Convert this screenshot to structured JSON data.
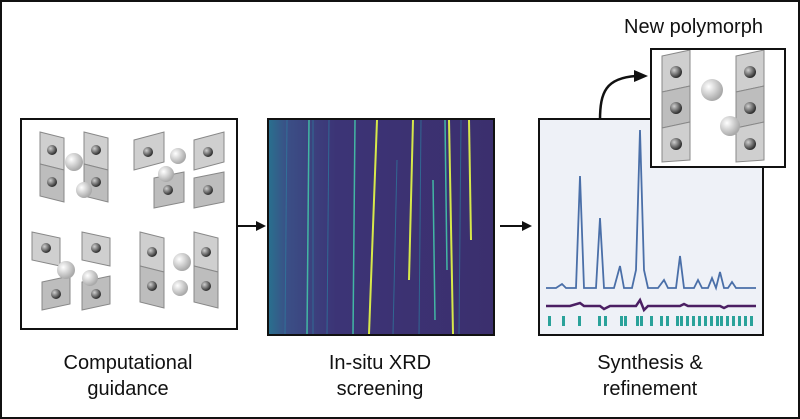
{
  "labels": {
    "computational_line1": "Computational",
    "computational_line2": "guidance",
    "insitu_line1": "In-situ XRD",
    "insitu_line2": "screening",
    "synthesis_line1": "Synthesis &",
    "synthesis_line2": "refinement",
    "new_polymorph": "New polymorph"
  },
  "colors": {
    "heatmap_bg": "#3b2f6e",
    "heatmap_mid": "#2a6f8e",
    "heatmap_line": "#d7e84a",
    "pattern_line": "#4a6fa8",
    "difference_line": "#4b1f63",
    "tick_marks": "#2aa29a",
    "polyhedra": "#c9c9c9"
  }
}
